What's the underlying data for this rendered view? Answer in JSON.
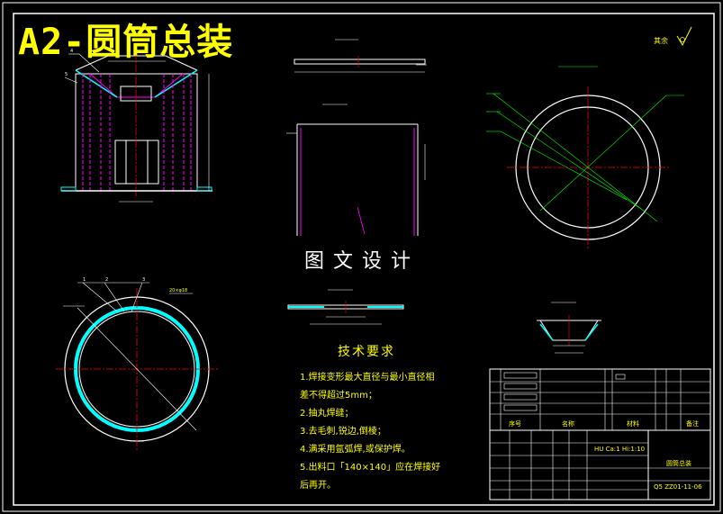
{
  "title": "A2-圆筒总装",
  "watermark": "图文设计",
  "technical_requirements": {
    "heading": "技术要求",
    "items": [
      "1.焊接变形最大直径与最小直径相",
      "差不得超过5mm；",
      "2.抽丸焊缝；",
      "3.去毛刺,锐边,倒棱；",
      "4.满采用氩弧焊,或保护焊。",
      "5.出料口「140×140」应在焊接好",
      "后再开。"
    ]
  },
  "roughness": {
    "label": "其余"
  },
  "title_block": {
    "header_row": [
      "序号",
      "名称",
      "材料",
      "备注"
    ],
    "scale_text": "HU Ca:1 Hi:1:10",
    "drawing_name": "圆筒总装",
    "drawing_number": "Q5 ZZ01-11-06"
  },
  "labels": {
    "part1": "1",
    "part2": "2",
    "part3": "3",
    "part4": "4",
    "part5": "5",
    "hole_spec": "20×φ18"
  },
  "colors": {
    "background": "#000000",
    "title": "#ffff00",
    "outline": "#ffffff",
    "centerline": "#ff0000",
    "hidden": "#ff00ff",
    "weld": "#00ffff",
    "dimension": "#00ff00"
  }
}
